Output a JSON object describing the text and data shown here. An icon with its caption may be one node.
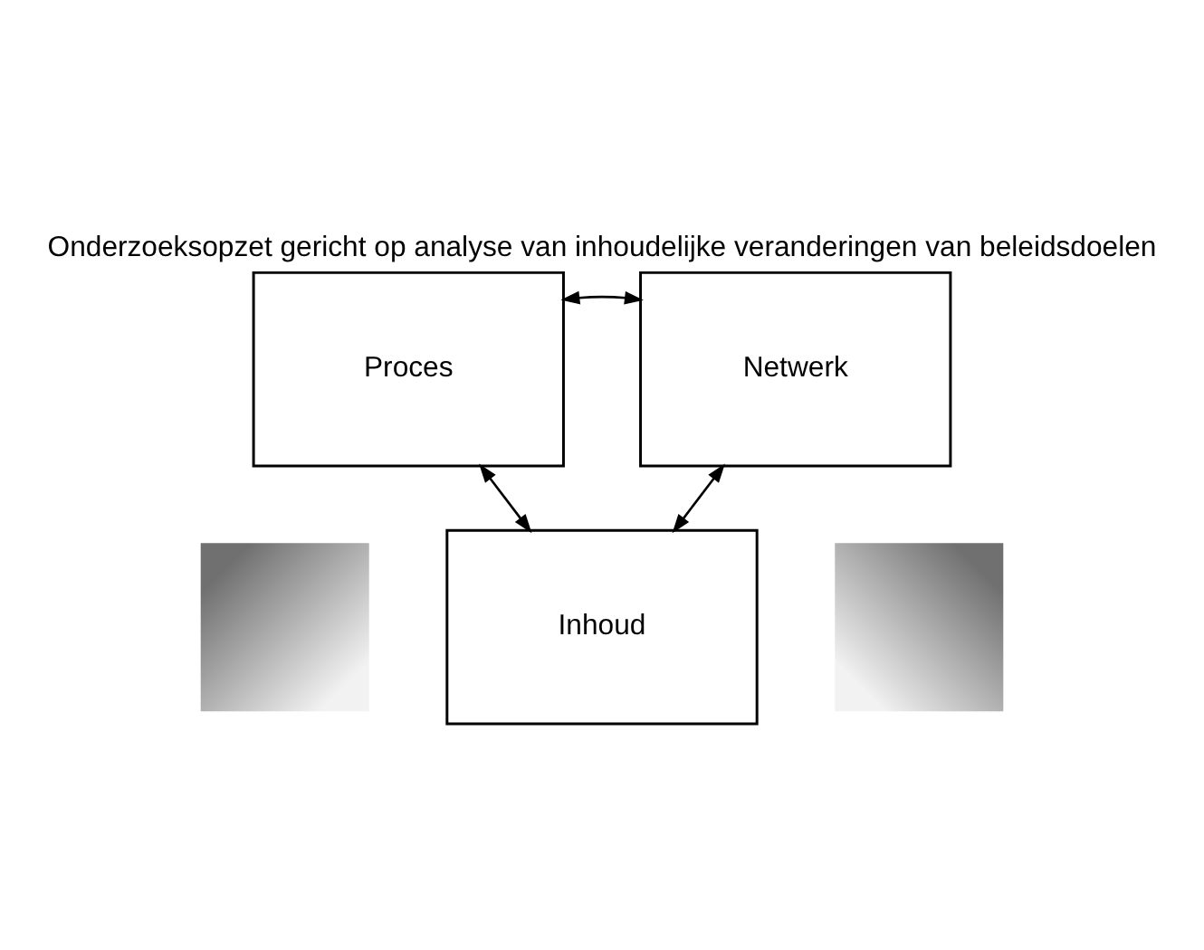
{
  "diagram": {
    "title": "Onderzoeksopzet gericht op analyse van inhoudelijke veranderingen van beleidsdoelen",
    "nodes": [
      {
        "text": [
          "Proces"
        ]
      },
      {
        "text": [
          "Netwerk"
        ]
      },
      {
        "text": [],
        "shape": "box"
      },
      {
        "text": [
          "Inhoud"
        ]
      },
      {
        "text": [],
        "shape": "box"
      }
    ],
    "edges": [
      {
        "from": 0,
        "to": 1,
        "arrow": "both"
      },
      {
        "from": 0,
        "to": 3,
        "arrow": "both"
      },
      {
        "from": 1,
        "to": 3,
        "arrow": "both"
      }
    ]
  }
}
